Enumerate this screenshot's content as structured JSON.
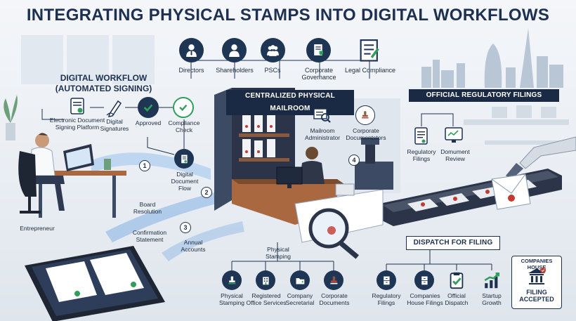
{
  "title": "INTEGRATING PHYSICAL STAMPS INTO DIGITAL WORKFLOWS",
  "stakeholders": [
    {
      "label": "Directors",
      "icon": "person-tie-icon"
    },
    {
      "label": "Shareholders",
      "icon": "person-icon"
    },
    {
      "label": "PSCs",
      "icon": "group-icon"
    },
    {
      "label": "Corporate Governance",
      "icon": "document-shield-icon"
    },
    {
      "label": "Legal Compliance",
      "icon": "checklist-icon"
    }
  ],
  "digital": {
    "title": "DIGITAL WORKFLOW (AUTOMATED SIGNING)",
    "steps": [
      {
        "label": "Electronic Document Signing Platform",
        "icon": "document-signing-icon"
      },
      {
        "label": "Digital Signatures",
        "icon": "pen-icon"
      },
      {
        "label": "Approved",
        "icon": "check-icon"
      },
      {
        "label": "Compliance Check",
        "icon": "check-circle-icon"
      },
      {
        "label": "Digital Document Flow",
        "icon": "document-flow-icon"
      }
    ],
    "entrepreneur": "Entrepreneur",
    "documents": [
      "Board Resolution",
      "Confirmation Statement",
      "Annual Accounts"
    ],
    "numbers": [
      "1",
      "2",
      "3",
      "4"
    ]
  },
  "mailroom": {
    "banner": "CENTRALIZED PHYSICAL MAILROOM",
    "roles": [
      {
        "label": "Mailroom Administrator",
        "icon": "magnifier-doc-icon"
      },
      {
        "label": "Corporate Documentstors",
        "icon": "stamp-icon"
      }
    ],
    "stamping": "Physical Stamping"
  },
  "regulatory": {
    "banner": "OFFICIAL REGULATORY FILINGS",
    "items": [
      {
        "label": "Regulatory Filings",
        "icon": "filing-icon"
      },
      {
        "label": "Domument Review",
        "icon": "monitor-icon"
      }
    ]
  },
  "dispatch": {
    "banner": "DISPATCH FOR FILING"
  },
  "bottom_left": [
    {
      "label": "Physical Stamping",
      "icon": "stamp-icon"
    },
    {
      "label": "Registered Office Services",
      "icon": "building-icon"
    },
    {
      "label": "Company Secretarial",
      "icon": "folder-icon"
    },
    {
      "label": "Corporate Documents",
      "icon": "seal-icon"
    }
  ],
  "bottom_right": [
    {
      "label": "Regulatory Filings",
      "icon": "cabinet-icon"
    },
    {
      "label": "Companies House Filings",
      "icon": "cabinet-icon"
    },
    {
      "label": "Official Dispatch",
      "icon": "clipboard-check-icon"
    },
    {
      "label": "Startup Growth",
      "icon": "growth-chart-icon"
    }
  ],
  "companies_house": {
    "header": "COMPANIES HOUSE",
    "status": "FILING ACCEPTED"
  },
  "colors": {
    "navy": "#1b2a44",
    "accent_green": "#2f9e5a",
    "stamp_red": "#c23b32",
    "flow_blue": "#6fa3e0"
  }
}
